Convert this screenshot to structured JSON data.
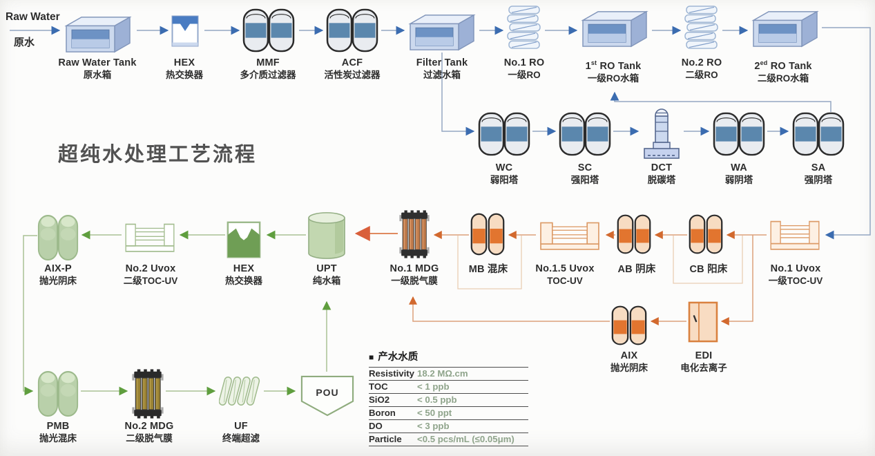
{
  "title": "超纯水处理工艺流程",
  "source": {
    "en": "Raw Water",
    "cn": "原水"
  },
  "nodes": {
    "raw_water_tank": {
      "en": "Raw Water Tank",
      "cn": "原水箱"
    },
    "hex1": {
      "en": "HEX",
      "cn": "热交换器"
    },
    "mmf": {
      "en": "MMF",
      "cn": "多介质过滤器"
    },
    "acf": {
      "en": "ACF",
      "cn": "活性炭过滤器"
    },
    "filter_tank": {
      "en": "Filter Tank",
      "cn": "过滤水箱"
    },
    "ro1": {
      "en": "No.1 RO",
      "cn": "一级RO"
    },
    "ro1_tank": {
      "en_num": "1",
      "en_sup": "st",
      "en_rest": " RO Tank",
      "cn": "一级RO水箱"
    },
    "ro2": {
      "en": "No.2 RO",
      "cn": "二级RO"
    },
    "ro2_tank": {
      "en_num": "2",
      "en_sup": "ed",
      "en_rest": " RO Tank",
      "cn": "二级RO水箱"
    },
    "wc": {
      "en": "WC",
      "cn": "弱阳塔"
    },
    "sc": {
      "en": "SC",
      "cn": "强阳塔"
    },
    "dct": {
      "en": "DCT",
      "cn": "脱碳塔"
    },
    "wa": {
      "en": "WA",
      "cn": "弱阴塔"
    },
    "sa": {
      "en": "SA",
      "cn": "强阴塔"
    },
    "uvox1": {
      "en": "No.1 Uvox",
      "cn": "一级TOC-UV"
    },
    "cb": {
      "label": "CB 阳床"
    },
    "ab": {
      "label": "AB 阴床"
    },
    "uvox15": {
      "en": "No.1.5 Uvox",
      "cn": "TOC-UV"
    },
    "mb": {
      "label": "MB 混床"
    },
    "mdg1": {
      "en": "No.1 MDG",
      "cn": "一级脱气膜"
    },
    "upt": {
      "en": "UPT",
      "cn": "纯水箱"
    },
    "hex2": {
      "en": "HEX",
      "cn": "热交换器"
    },
    "uvox2": {
      "en": "No.2 Uvox",
      "cn": "二级TOC-UV"
    },
    "aix_p": {
      "en": "AIX-P",
      "cn": "抛光阴床"
    },
    "edi": {
      "en": "EDI",
      "cn": "电化去离子"
    },
    "aix": {
      "en": "AIX",
      "cn": "抛光阴床"
    },
    "pmb": {
      "en": "PMB",
      "cn": "抛光混床"
    },
    "mdg2": {
      "en": "No.2 MDG",
      "cn": "二级脱气膜"
    },
    "uf": {
      "en": "UF",
      "cn": "终端超滤"
    },
    "pou": {
      "en": "POU"
    }
  },
  "water_quality": {
    "bullet": "■",
    "title": "产水水质",
    "rows": [
      {
        "param": "Resistivity",
        "value": "18.2 MΩ.cm"
      },
      {
        "param": "TOC",
        "value": "< 1 ppb"
      },
      {
        "param": "SiO2",
        "value": "< 0.5 ppb"
      },
      {
        "param": "Boron",
        "value": "< 50 ppt"
      },
      {
        "param": "DO",
        "value": "< 3 ppb"
      },
      {
        "param": "Particle",
        "value": "<0.5 pcs/mL (≤0.05μm)"
      }
    ]
  },
  "palette": {
    "blue_arrow": "#3b6cb0",
    "blue_band": "#5b87ad",
    "orange_arrow": "#d2692e",
    "orange_band": "#e2752f",
    "green_arrow": "#5f9e3e",
    "green_body": "#b9d0aa",
    "value_text_green": "#8fa48b"
  }
}
